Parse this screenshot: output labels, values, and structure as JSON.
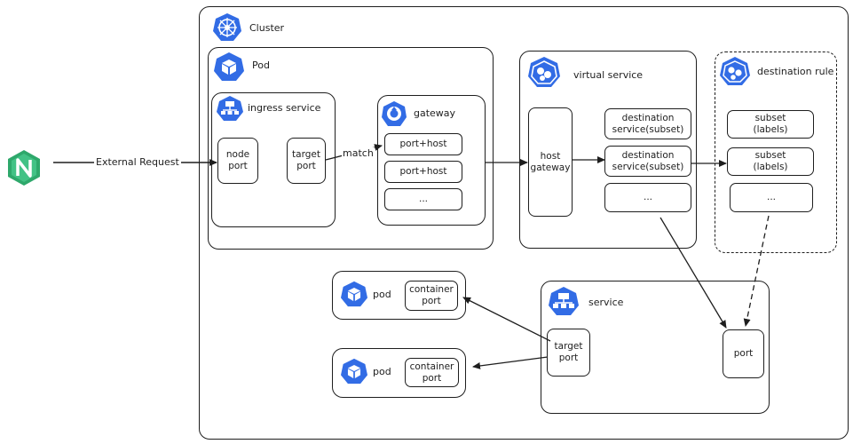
{
  "external_request": "External Request",
  "cluster": {
    "label": "Cluster"
  },
  "pod_main": {
    "label": "Pod"
  },
  "ingress_service": {
    "label": "ingress service",
    "node_port": "node\nport",
    "target_port": "target\nport"
  },
  "match_label": "match",
  "gateway": {
    "label": "gateway",
    "items": [
      "port+host",
      "port+host",
      "..."
    ]
  },
  "virtual_service": {
    "label": "virtual service",
    "host_gateway": "host\ngateway",
    "items": [
      "destination\nservice(subset)",
      "destination\nservice(subset)",
      "..."
    ]
  },
  "destination_rule": {
    "label": "destination rule",
    "items": [
      "subset\n(labels)",
      "subset\n(labels)",
      "..."
    ]
  },
  "service": {
    "label": "service",
    "target_port": "target\nport",
    "port": "port"
  },
  "pods": [
    {
      "label": "pod",
      "container_port": "container\nport"
    },
    {
      "label": "pod",
      "container_port": "container\nport"
    }
  ],
  "colors": {
    "k8s_blue": "#326ce5",
    "stroke": "#1e1e1e",
    "nginx_green": "#2ea86b"
  },
  "icons": [
    "nginx-logo-icon",
    "cluster-helm-icon",
    "pod-cube-icon",
    "service-network-icon",
    "gateway-icon",
    "virtual-service-icon",
    "destination-rule-icon"
  ]
}
